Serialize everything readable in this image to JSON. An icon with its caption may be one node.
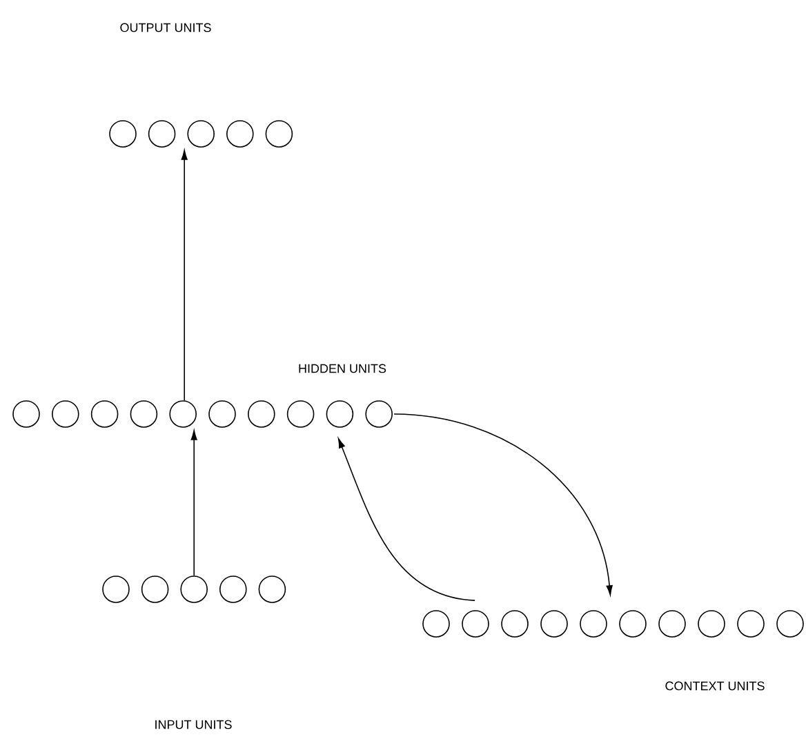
{
  "diagram": {
    "nodes": [
      {
        "text": [
          "OUTPUT UNITS"
        ]
      },
      {
        "text": [
          "HIDDEN UNITS"
        ]
      },
      {
        "text": [
          "INPUT UNITS"
        ]
      },
      {
        "text": [
          "CONTEXT UNITS"
        ]
      }
    ],
    "edges": [
      {
        "from": 2,
        "to": 1,
        "arrow": "to"
      },
      {
        "from": 1,
        "to": 0,
        "arrow": "to"
      },
      {
        "from": 1,
        "to": 3,
        "arrow": "to"
      },
      {
        "from": 3,
        "to": 1,
        "arrow": "to"
      }
    ]
  }
}
